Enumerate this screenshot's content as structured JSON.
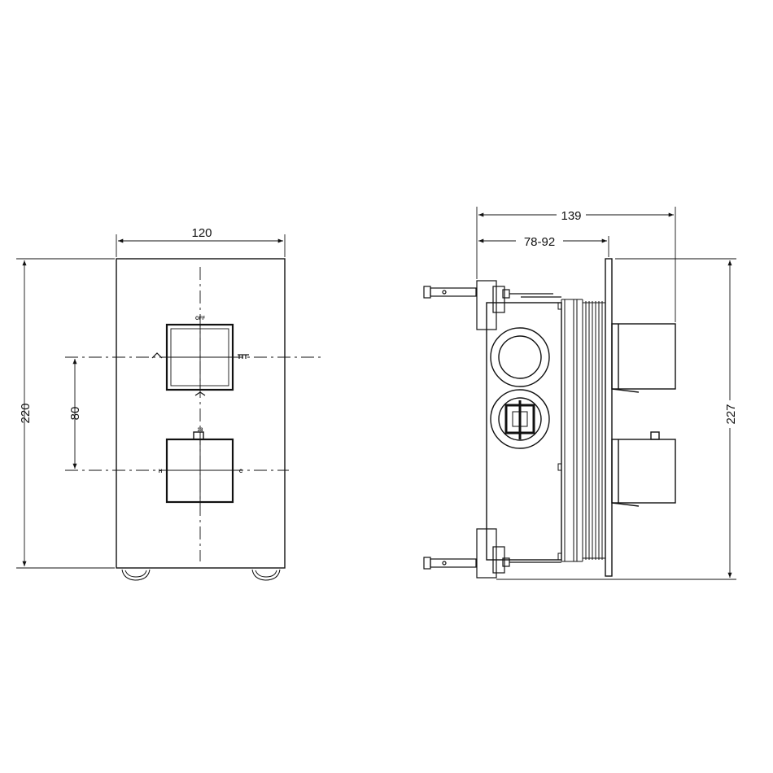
{
  "front_view": {
    "dim_width": "120",
    "dim_height": "220",
    "dim_centers": "80",
    "knob_markings": {
      "off": "OFF",
      "temp_min": "38",
      "flow_left": "",
      "flow_right": "",
      "temp_h": "H",
      "temp_c": "C"
    }
  },
  "side_view": {
    "dim_total_depth": "139",
    "dim_adjustable_depth": "78-92",
    "dim_total_height": "227"
  },
  "colors": {
    "line": "#111111",
    "background": "#ffffff"
  }
}
